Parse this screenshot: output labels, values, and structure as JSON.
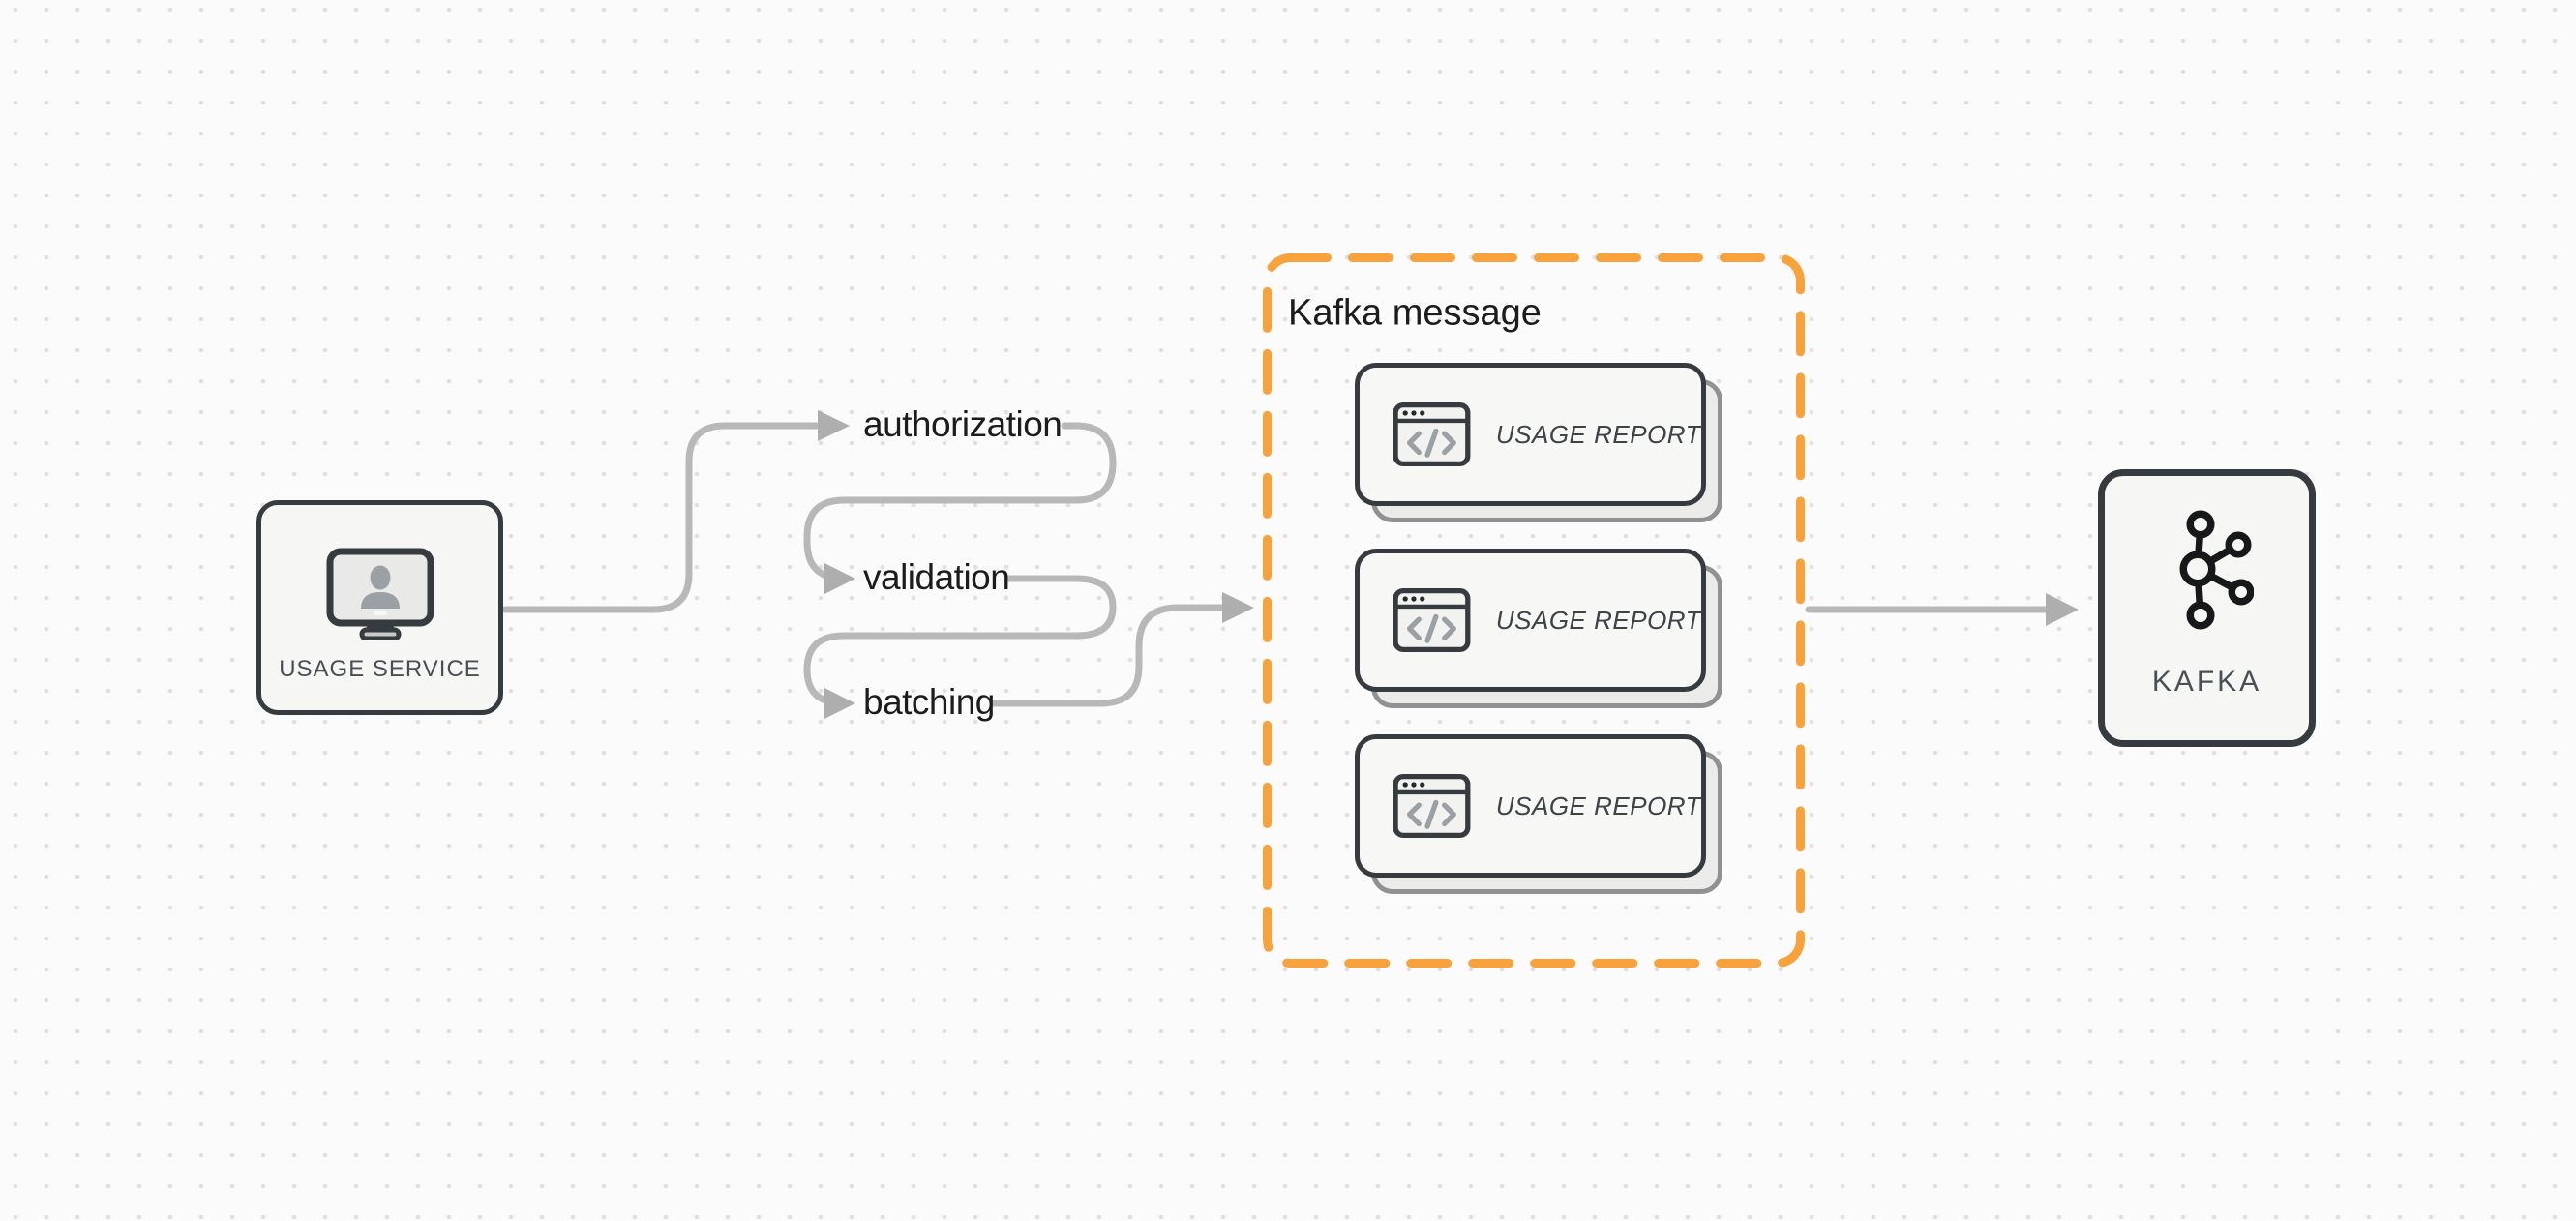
{
  "canvas": {
    "background": "#fbfbfb",
    "dot_grid_color": "#e1e1e1"
  },
  "colors": {
    "connector_gray": "#b8b8b8",
    "arrowhead_gray": "#aeaeae",
    "node_border_dark": "#363b40",
    "node_fill": "#f6f6f4",
    "accent_orange": "#f9a23c",
    "text_primary": "#1c1c1c",
    "text_secondary": "#4a4f55",
    "icon_gray": "#9aa0a3"
  },
  "usage_service": {
    "label": "USAGE SERVICE",
    "icon": "user-monitor-icon"
  },
  "pipeline_steps": [
    {
      "label": "authorization"
    },
    {
      "label": "validation"
    },
    {
      "label": "batching"
    }
  ],
  "kafka_message_group": {
    "title": "Kafka message",
    "cards": [
      {
        "label": "USAGE REPORT",
        "icon": "code-window-icon"
      },
      {
        "label": "USAGE REPORT",
        "icon": "code-window-icon"
      },
      {
        "label": "USAGE REPORT",
        "icon": "code-window-icon"
      }
    ]
  },
  "kafka": {
    "label": "KAFKA",
    "icon": "kafka-logo-icon"
  }
}
